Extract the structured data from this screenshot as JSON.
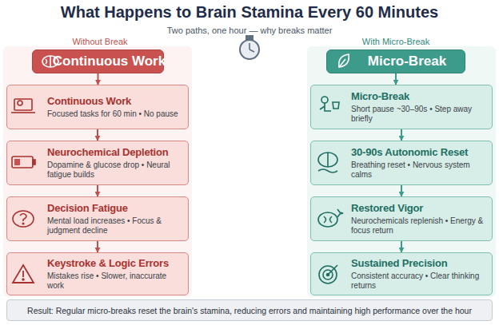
{
  "diagram": {
    "title": "What Happens to Brain Stamina Every 60 Minutes",
    "nodes": [
      {
        "text": [
          "Continuous Work"
        ]
      },
      {
        "text": [
          "Continuous Work",
          "Focused tasks for 60 min • No pause"
        ]
      },
      {
        "text": [
          "Neurochemical Depletion",
          "Dopamine & glucose drop • Neural fatigue builds"
        ]
      },
      {
        "text": [
          "Decision Fatigue",
          "Mental load increases • Focus & judgment decline"
        ]
      },
      {
        "text": [
          "Keystroke & Logic Errors",
          "Mistakes rise • Slower, inaccurate work"
        ]
      },
      {
        "text": [
          "Micro-Break"
        ]
      },
      {
        "text": [
          "Micro-Break",
          "Short pause ~30–90s • Step away briefly"
        ]
      },
      {
        "text": [
          "30-90s Autonomic Reset",
          "Breathing reset • Nervous system calms"
        ]
      },
      {
        "text": [
          "Restored Vigor",
          "Neurochemicals replenish • Energy & focus return"
        ]
      },
      {
        "text": [
          "Sustained Precision",
          "Consistent accuracy • Clear thinking returns"
        ]
      },
      {
        "text": [
          "Result: Regular micro-breaks reset the brain's stamina, reducing errors and maintaining high performance over the hour"
        ]
      }
    ],
    "edges": [
      {
        "from": 0,
        "to": 1,
        "arrow": "to"
      },
      {
        "from": 1,
        "to": 2,
        "arrow": "to"
      },
      {
        "from": 2,
        "to": 3,
        "arrow": "to"
      },
      {
        "from": 3,
        "to": 4,
        "arrow": "to"
      },
      {
        "from": 5,
        "to": 6,
        "arrow": "to"
      },
      {
        "from": 6,
        "to": 7,
        "arrow": "to"
      },
      {
        "from": 7,
        "to": 8,
        "arrow": "to"
      },
      {
        "from": 8,
        "to": 9,
        "arrow": "to"
      }
    ],
    "labels": [
      "Two paths, one hour — why breaks matter",
      "Without Break",
      "With Micro-Break"
    ]
  }
}
